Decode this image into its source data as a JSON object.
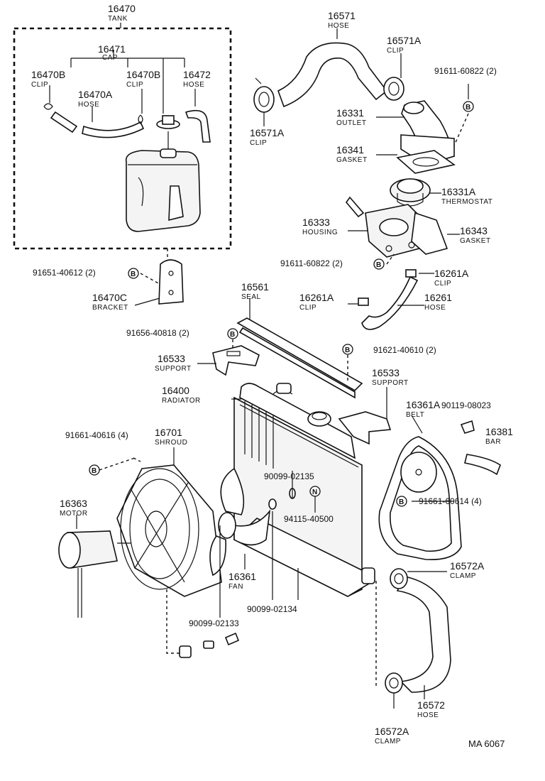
{
  "labels": {
    "p16470": {
      "num": "16470",
      "name": "TANK"
    },
    "p16471": {
      "num": "16471",
      "name": "CAP"
    },
    "p16470B_a": {
      "num": "16470B",
      "name": "CLIP"
    },
    "p16470A": {
      "num": "16470A",
      "name": "HOSE"
    },
    "p16470B_b": {
      "num": "16470B",
      "name": "CLIP"
    },
    "p16472": {
      "num": "16472",
      "name": "HOSE"
    },
    "p16571": {
      "num": "16571",
      "name": "HOSE"
    },
    "p16571A_a": {
      "num": "16571A",
      "name": "CLIP"
    },
    "p16571A_b": {
      "num": "16571A",
      "name": "CLIP"
    },
    "p16331": {
      "num": "16331",
      "name": "OUTLET"
    },
    "p16341": {
      "num": "16341",
      "name": "GASKET"
    },
    "p16331A": {
      "num": "16331A",
      "name": "THERMOSTAT"
    },
    "p16333": {
      "num": "16333",
      "name": "HOUSING"
    },
    "p16343": {
      "num": "16343",
      "name": "GASKET"
    },
    "p16470C": {
      "num": "16470C",
      "name": "BRACKET"
    },
    "p16261A_a": {
      "num": "16261A",
      "name": "CLIP"
    },
    "p16261A_b": {
      "num": "16261A",
      "name": "CLIP"
    },
    "p16261": {
      "num": "16261",
      "name": "HOSE"
    },
    "p16561": {
      "num": "16561",
      "name": "SEAL"
    },
    "p16533_a": {
      "num": "16533",
      "name": "SUPPORT"
    },
    "p16533_b": {
      "num": "16533",
      "name": "SUPPORT"
    },
    "p16400": {
      "num": "16400",
      "name": "RADIATOR"
    },
    "p16361A": {
      "num": "16361A",
      "name": "BELT"
    },
    "p16381": {
      "num": "16381",
      "name": "BAR"
    },
    "p16701": {
      "num": "16701",
      "name": "SHROUD"
    },
    "p16363": {
      "num": "16363",
      "name": "MOTOR"
    },
    "p16361": {
      "num": "16361",
      "name": "FAN"
    },
    "p16572A_a": {
      "num": "16572A",
      "name": "CLAMP"
    },
    "p16572": {
      "num": "16572",
      "name": "HOSE"
    },
    "p16572A_b": {
      "num": "16572A",
      "name": "CLAMP"
    }
  },
  "refs": {
    "r91611_a": "91611-60822 (2)",
    "r91611_b": "91611-60822 (2)",
    "r91651": "91651-40612 (2)",
    "r91656": "91656-40818 (2)",
    "r91621": "91621-40610 (2)",
    "r90119": "90119-08023",
    "r91661_a": "91661-40616 (4)",
    "r91661_b": "91661-60614 (4)",
    "r90099_02135": "90099-02135",
    "r94115": "94115-40500",
    "r90099_02134": "90099-02134",
    "r90099_02133": "90099-02133"
  },
  "marker_b": "B",
  "marker_n": "N",
  "diagram_code": "MA  6067"
}
